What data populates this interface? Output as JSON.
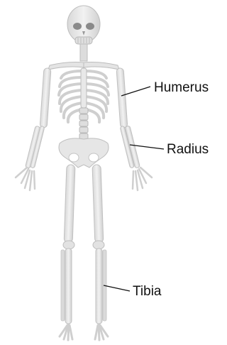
{
  "labels": {
    "humerus": "Humerus",
    "radius": "Radius",
    "tibia": "Tibia"
  },
  "colors": {
    "bone": "#e9e9e9",
    "bone_shade": "#cfcfcf",
    "bone_dark": "#9e9e9e",
    "leader_line": "#111111"
  }
}
